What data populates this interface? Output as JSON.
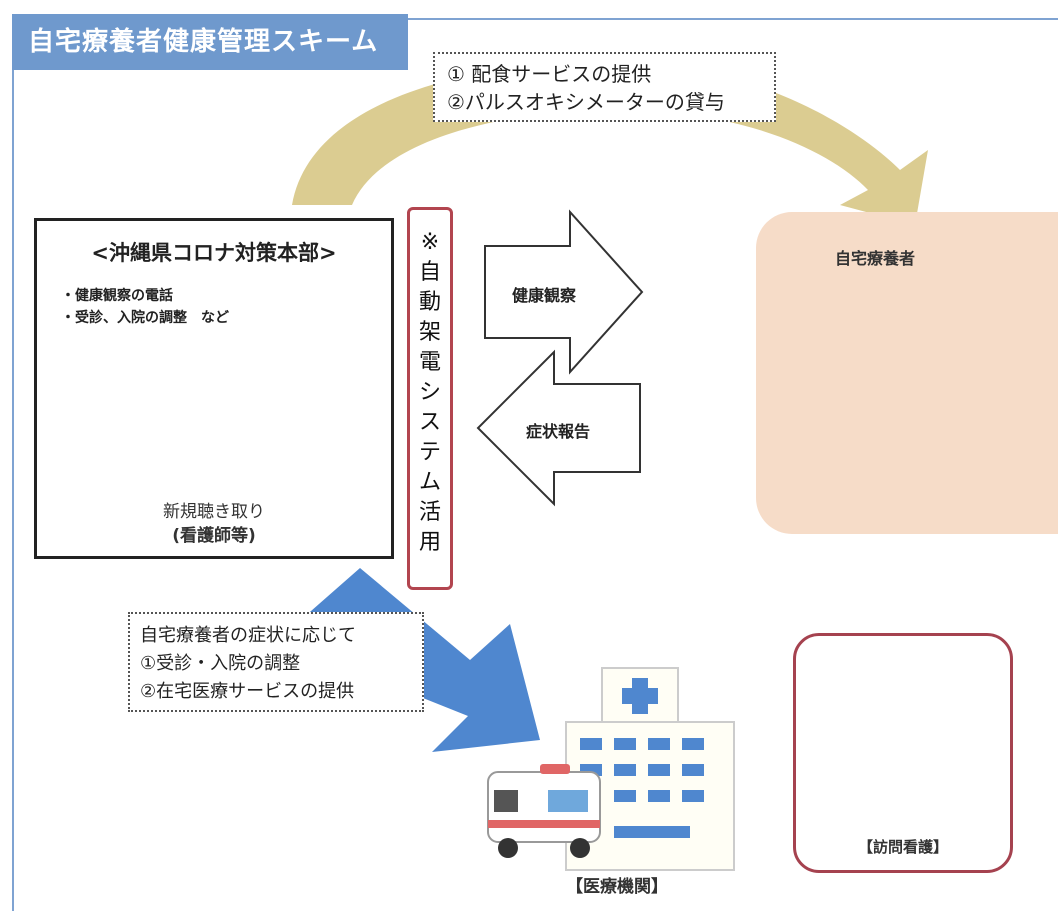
{
  "title": "自宅療養者健康管理スキーム",
  "top_note": {
    "line1": "① 配食サービスの提供",
    "line2": "②パルスオキシメーターの貸与"
  },
  "hq": {
    "title": "<沖縄県コロナ対策本部>",
    "bullet1": "・健康観察の電話",
    "bullet2": "・受診、入院の調整　など",
    "caption1": "新規聴き取り",
    "caption2": "(看護師等)"
  },
  "system_box": {
    "chars": [
      "※",
      "自",
      "動",
      "架",
      "電",
      "シ",
      "ス",
      "テ",
      "ム",
      "活",
      "用"
    ]
  },
  "arrows": {
    "right_label": "健康観察",
    "left_label": "症状報告"
  },
  "patients": {
    "label": "自宅療養者"
  },
  "mid_note": {
    "line1": "自宅療養者の症状に応じて",
    "line2": "①受診・入院の調整",
    "line3": "②在宅医療サービスの提供"
  },
  "hospital": {
    "label": "【医療機関】"
  },
  "nursing": {
    "label": "【訪問看護】"
  },
  "colors": {
    "title_bg": "#6f99cd",
    "curve_arrow": "#d9c98b",
    "blue_arrow": "#4f87cf",
    "system_border": "#b2454f",
    "patients_bg": "#f6dcc8",
    "nursing_border": "#a5424f"
  }
}
